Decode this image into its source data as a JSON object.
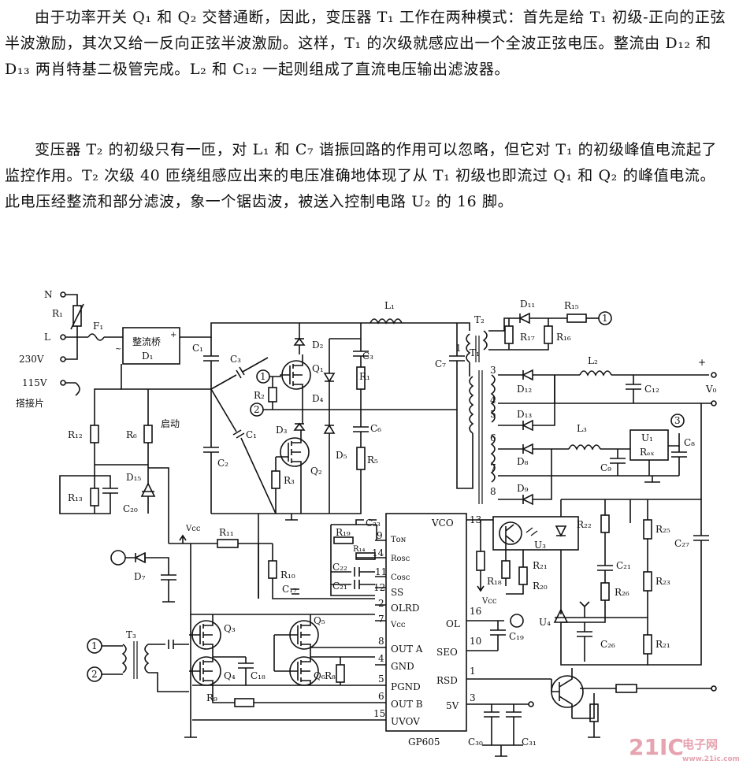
{
  "paragraphs": [
    "由于功率开关 Q₁ 和 Q₂ 交替通断，因此，变压器 T₁ 工作在两种模式：首先是给 T₁ 初级-正向的正弦半波激励，其次又给一反向正弦半波激励。这样，T₁ 的次级就感应出一个全波正弦电压。整流由 D₁₂ 和 D₁₃ 两肖特基二极管完成。L₂ 和 C₁₂ 一起则组成了直流电压输出滤波器。",
    "变压器 T₂ 的初级只有一匝，对 L₁ 和 C₇ 谐振回路的作用可以忽略，但它对 T₁ 的初级峰值电流起了监控作用。T₂ 次级 40 匝绕组感应出来的电压准确地体现了从 T₁ 初级也即流过 Q₁ 和 Q₂ 的峰值电流。此电压经整流和部分滤波，象一个锯齿波，被送入控制电路 U₂ 的 16 脚。"
  ],
  "schematic": {
    "inputs": {
      "n": "N",
      "l": "L",
      "v230": "230V",
      "v115": "115V",
      "jumper": "搭接片"
    },
    "components": {
      "r1": "R₁",
      "f1": "F₁",
      "bridge_name": "整流桥",
      "bridge_ref": "D₁",
      "c1": "C₁",
      "c2": "C₂",
      "c3": "C₃",
      "c3b": "C₃",
      "c1b": "C₁",
      "c6": "C₆",
      "c7": "C₇",
      "c12": "C₁₂",
      "c8": "C₈",
      "c9": "C₉",
      "c20": "C₂₀",
      "c23": "C₂₃",
      "c22": "C₂₂",
      "c21a": "C₂₁",
      "c17": "C₁₇",
      "c18": "C₁₈",
      "c19": "C₁₉",
      "c21b": "C₂₁",
      "c26": "C₂₆",
      "c27": "C₂₇",
      "c30": "C₃₀",
      "c31": "C₃₁",
      "l1": "L₁",
      "l2": "L₂",
      "l3": "L₃",
      "t1": "T₁",
      "t2": "T₂",
      "t3": "T₃",
      "q1": "Q₁",
      "q2": "Q₂",
      "q3": "Q₃",
      "q4": "Q₄",
      "q5": "Q₅",
      "q6": "Q₆",
      "d2": "D₂",
      "d4": "D₄",
      "d3": "D₃",
      "d5": "D₅",
      "d7": "D₇",
      "d8": "D₈",
      "d9": "D₉",
      "d11": "D₁₁",
      "d12": "D₁₂",
      "d13": "D₁₃",
      "d15": "D₁₅",
      "r2": "R₂",
      "r1b": "R₁",
      "r3": "R₃",
      "r5": "R₅",
      "r6": "R₆",
      "startup": "启动",
      "r12": "R₁₂",
      "r13": "R₁₃",
      "r11": "R₁₁",
      "r10": "R₁₀",
      "r8": "R₈",
      "r9": "R₉",
      "r15": "R₁₅",
      "r17": "R₁₇",
      "r16": "R₁₆",
      "r19": "R₁₉",
      "r14": "R₁₄",
      "r18": "R₁₈",
      "r21": "R₂₁",
      "r20": "R₂₀",
      "r22": "R₂₂",
      "r25": "R₂₅",
      "r23": "R₂₃",
      "r26": "R₂₆",
      "r24": "R₂₁",
      "u1": "U₁",
      "u1reg": "Rₑₓ",
      "u3": "U₃",
      "u4": "U₄",
      "vcc": "Vcc",
      "vcc2": "Vcc",
      "plus": "+",
      "vo": "V₀",
      "one": "1"
    },
    "ic": {
      "name": "GP605",
      "left_pins": [
        {
          "num": "9",
          "label": "Tᴏɴ"
        },
        {
          "num": "14",
          "label": "Rᴏsᴄ"
        },
        {
          "num": "11",
          "label": "Cᴏsᴄ"
        },
        {
          "num": "12",
          "label": "SS"
        },
        {
          "num": "2",
          "label": "OLRD"
        },
        {
          "num": "7",
          "label": "Vᴄᴄ"
        },
        {
          "num": "8",
          "label": "OUT A"
        },
        {
          "num": "4",
          "label": "GND"
        },
        {
          "num": "5",
          "label": "PGND"
        },
        {
          "num": "6",
          "label": "OUT B"
        },
        {
          "num": "15",
          "label": "UVOV"
        }
      ],
      "right_pins": [
        {
          "num": "13",
          "label": "VCO"
        },
        {
          "num": "16",
          "label": "OL"
        },
        {
          "num": "10",
          "label": "SEO"
        },
        {
          "num": "1",
          "label": "RSD"
        },
        {
          "num": "3",
          "label": "5V"
        }
      ]
    },
    "markers": [
      "1",
      "2",
      "3"
    ],
    "winding_pins": [
      "3",
      "4",
      "5",
      "6",
      "7",
      "8"
    ]
  },
  "watermark": {
    "brand": "21IC",
    "cn": "电子网",
    "url": "www.21ic.com"
  }
}
